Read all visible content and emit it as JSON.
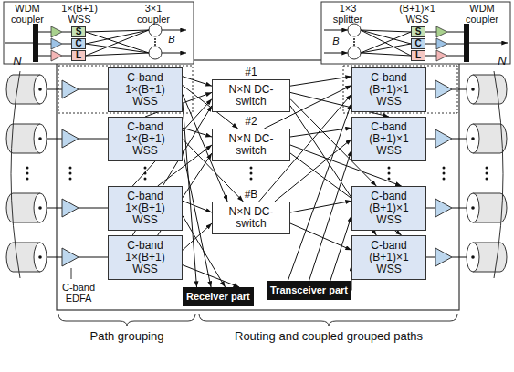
{
  "diagram": {
    "nodes": [
      {
        "text": [
          "S"
        ]
      },
      {
        "text": [
          "C"
        ]
      },
      {
        "text": [
          "L"
        ]
      },
      {
        "text": [
          "S"
        ]
      },
      {
        "text": [
          "C"
        ]
      },
      {
        "text": [
          "L"
        ]
      },
      {
        "text": [
          "C-band 1×(B+1) WSS"
        ]
      },
      {
        "text": [
          "C-band 1×(B+1) WSS"
        ]
      },
      {
        "text": [
          "C-band 1×(B+1) WSS"
        ]
      },
      {
        "text": [
          "C-band 1×(B+1) WSS"
        ]
      },
      {
        "text": [
          "#1",
          "N×N DC-switch"
        ]
      },
      {
        "text": [
          "#2",
          "N×N DC-switch"
        ]
      },
      {
        "text": [
          "#B",
          "N×N DC-switch"
        ]
      },
      {
        "text": [
          "Receiver part"
        ]
      },
      {
        "text": [
          "Transceiver part"
        ]
      },
      {
        "text": [
          "C-band (B+1)×1 WSS"
        ]
      },
      {
        "text": [
          "C-band (B+1)×1 WSS"
        ]
      },
      {
        "text": [
          "C-band (B+1)×1 WSS"
        ]
      },
      {
        "text": [
          "C-band (B+1)×1 WSS"
        ]
      }
    ],
    "edges": [
      {
        "from": 6,
        "to": 10,
        "arrow": "to"
      },
      {
        "from": 6,
        "to": 11,
        "arrow": "to"
      },
      {
        "from": 6,
        "to": 12,
        "arrow": "to"
      },
      {
        "from": 6,
        "to": 13,
        "arrow": "to"
      },
      {
        "from": 7,
        "to": 10,
        "arrow": "to"
      },
      {
        "from": 7,
        "to": 11,
        "arrow": "to"
      },
      {
        "from": 7,
        "to": 12,
        "arrow": "to"
      },
      {
        "from": 7,
        "to": 13,
        "arrow": "to"
      },
      {
        "from": 8,
        "to": 10,
        "arrow": "to"
      },
      {
        "from": 8,
        "to": 11,
        "arrow": "to"
      },
      {
        "from": 8,
        "to": 12,
        "arrow": "to"
      },
      {
        "from": 8,
        "to": 13,
        "arrow": "to"
      },
      {
        "from": 9,
        "to": 10,
        "arrow": "to"
      },
      {
        "from": 9,
        "to": 11,
        "arrow": "to"
      },
      {
        "from": 9,
        "to": 12,
        "arrow": "to"
      },
      {
        "from": 9,
        "to": 13,
        "arrow": "to"
      },
      {
        "from": 10,
        "to": 15,
        "arrow": "to"
      },
      {
        "from": 10,
        "to": 16,
        "arrow": "to"
      },
      {
        "from": 10,
        "to": 17,
        "arrow": "to"
      },
      {
        "from": 10,
        "to": 18,
        "arrow": "to"
      },
      {
        "from": 11,
        "to": 15,
        "arrow": "to"
      },
      {
        "from": 11,
        "to": 16,
        "arrow": "to"
      },
      {
        "from": 11,
        "to": 17,
        "arrow": "to"
      },
      {
        "from": 11,
        "to": 18,
        "arrow": "to"
      },
      {
        "from": 12,
        "to": 15,
        "arrow": "to"
      },
      {
        "from": 12,
        "to": 16,
        "arrow": "to"
      },
      {
        "from": 12,
        "to": 17,
        "arrow": "to"
      },
      {
        "from": 12,
        "to": 18,
        "arrow": "to"
      },
      {
        "from": 14,
        "to": 15,
        "arrow": "to"
      },
      {
        "from": 14,
        "to": 16,
        "arrow": "to"
      },
      {
        "from": 14,
        "to": 17,
        "arrow": "to"
      },
      {
        "from": 14,
        "to": 18,
        "arrow": "to"
      }
    ],
    "labels": [
      "WDM coupler",
      "1×(B+1) WSS",
      "3×1 coupler",
      "B",
      "1×3 splitter",
      "(B+1)×1 WSS",
      "WDM coupler",
      "B",
      "N",
      "N",
      "C-band EDFA",
      "Path grouping",
      "Routing and coupled grouped paths"
    ]
  }
}
